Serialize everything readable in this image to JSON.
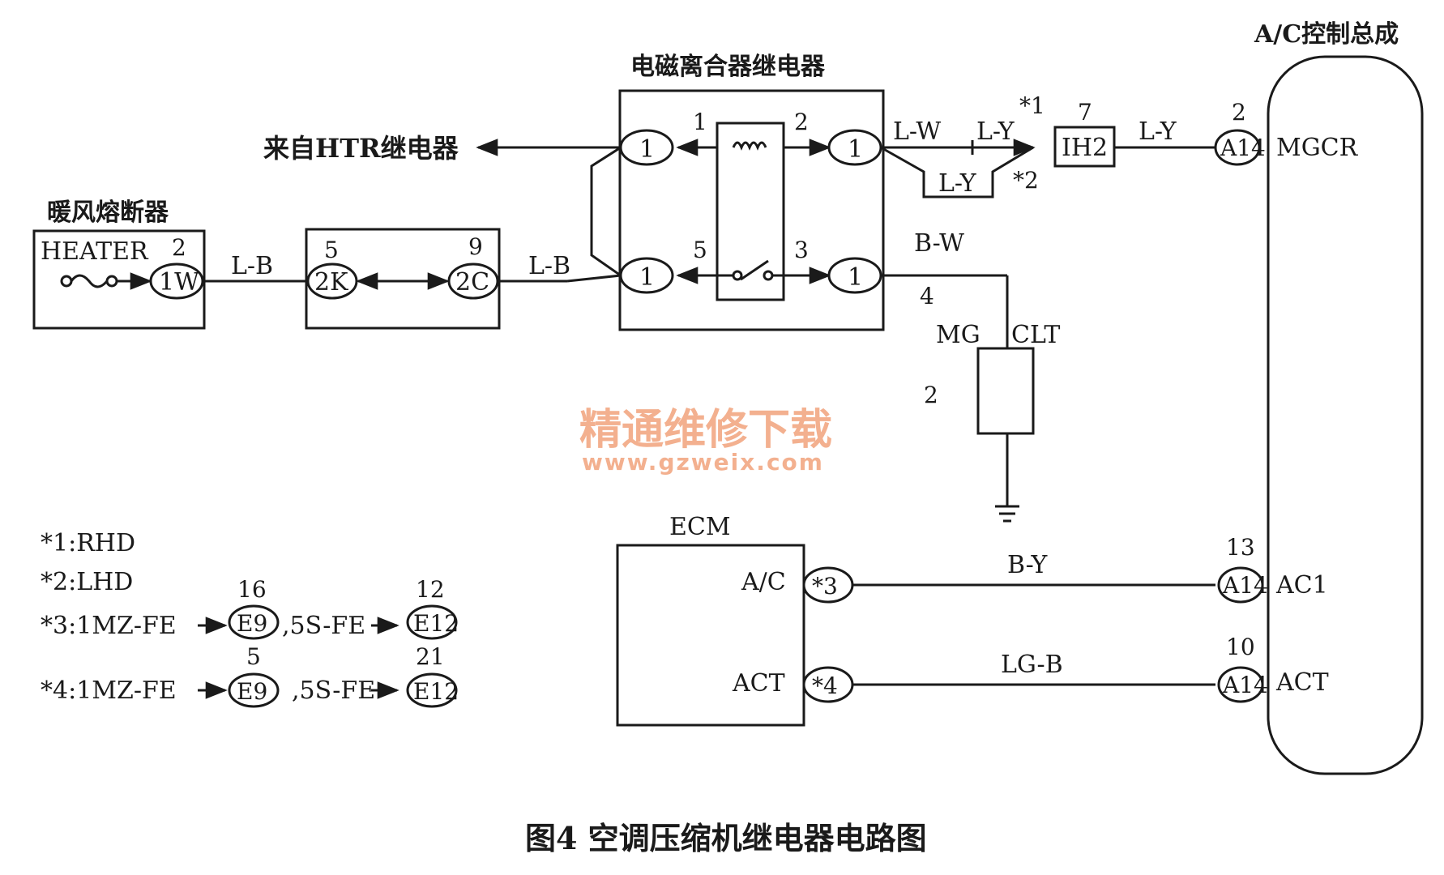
{
  "title": "A/C控制总成",
  "relay": {
    "title": "电磁离合器继电器",
    "pin_1": "1",
    "pin_2": "2",
    "pin_3": "3",
    "pin_5": "5",
    "connector": "1"
  },
  "htr_label": "来自HTR继电器",
  "fuse": {
    "title": "暖风熔断器",
    "name": "HEATER",
    "pin": "2",
    "connector": "1W"
  },
  "junction": {
    "pin_left": "5",
    "pin_right": "9",
    "conn_left": "2K",
    "conn_right": "2C"
  },
  "wires": {
    "fuse_out": "L-B",
    "junction_out": "L-B",
    "relay_out": "L-W",
    "rhd": "L-Y",
    "lhd": "L-Y",
    "to_mgcr": "L-Y",
    "clutch": "B-W",
    "ac1": "B-Y",
    "act": "LG-B"
  },
  "markers": {
    "rhd": "*1",
    "lhd": "*2"
  },
  "ih2": {
    "pin": "7",
    "name": "IH2"
  },
  "clutch": {
    "pin_4": "4",
    "pin_2": "2",
    "label_mg": "MG",
    "label_clt": "CLT"
  },
  "ac_assembly": {
    "mgcr_pin": "2",
    "mgcr_conn": "A14",
    "mgcr_label": "MGCR",
    "ac1_pin": "13",
    "ac1_conn": "A14",
    "ac1_label": "AC1",
    "act_pin": "10",
    "act_conn": "A14",
    "act_label": "ACT"
  },
  "ecm": {
    "title": "ECM",
    "ac_label": "A/C",
    "ac_conn": "*3",
    "act_label": "ACT",
    "act_conn": "*4"
  },
  "notes": {
    "n1": "*1:RHD",
    "n2": "*2:LHD",
    "n3_prefix": "*3:1MZ-FE",
    "n3_mid": ",5S-FE",
    "n3_pin_a": "16",
    "n3_conn_a": "E9",
    "n3_pin_b": "12",
    "n3_conn_b": "E12",
    "n4_prefix": "*4:1MZ-FE",
    "n4_mid": ",5S-FE",
    "n4_pin_a": "5",
    "n4_conn_a": "E9",
    "n4_pin_b": "21",
    "n4_conn_b": "E12"
  },
  "watermark": {
    "cn": "精通维修下载",
    "url": "www.gzweix.com"
  },
  "caption": "图4  空调压缩机继电器电路图"
}
